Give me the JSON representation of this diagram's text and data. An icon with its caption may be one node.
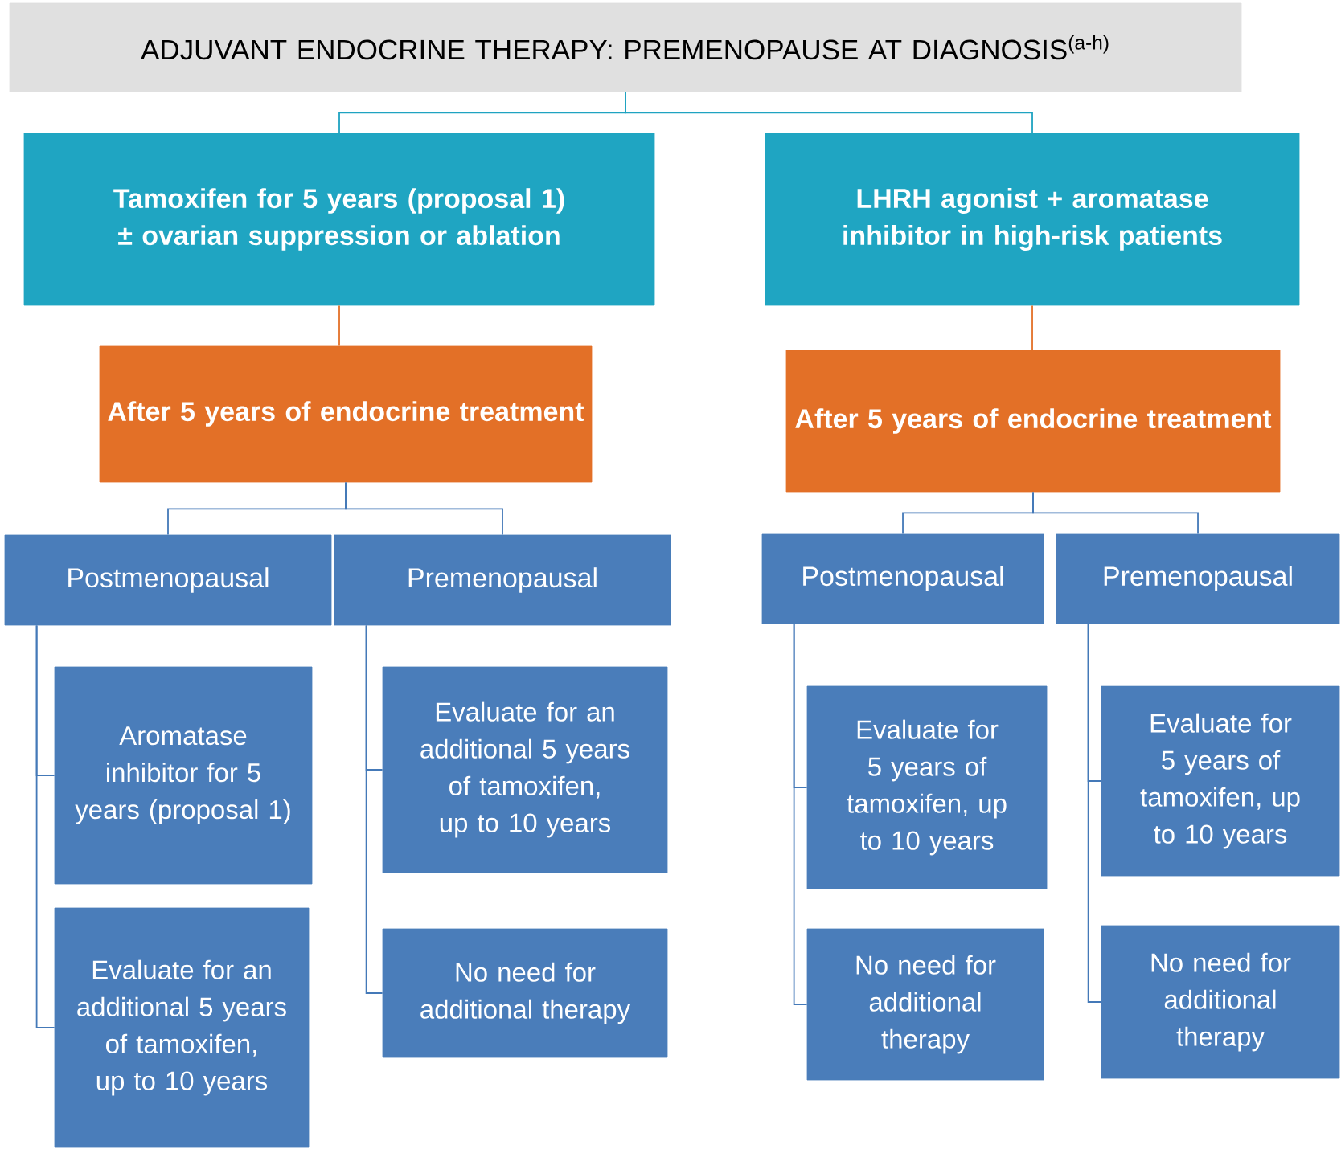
{
  "diagram": {
    "nodes": [
      {
        "text": [
          "ADJUVANT ENDOCRINE THERAPY: PREMENOPAUSE AT DIAGNOSIS$^{(a-h)}$"
        ]
      },
      {
        "text": [
          "Tamoxifen for 5 years (proposal 1) ± ovarian suppression or ablation"
        ]
      },
      {
        "text": [
          "LHRH agonist + aromatase inhibitor in high-risk patients"
        ]
      },
      {
        "text": [
          "After 5 years of endocrine treatment"
        ]
      },
      {
        "text": [
          "After 5 years of endocrine treatment"
        ]
      },
      {
        "text": [
          "Postmenopausal"
        ]
      },
      {
        "text": [
          "Premenopausal"
        ]
      },
      {
        "text": [
          "Aromatase inhibitor for 5 years (proposal 1)"
        ]
      },
      {
        "text": [
          "Evaluate for an additional 5 years of tamoxifen, up to 10 years"
        ]
      },
      {
        "text": [
          "Evaluate for an additional 5 years of tamoxifen, up to 10 years"
        ]
      },
      {
        "text": [
          "No need for additional therapy"
        ]
      },
      {
        "text": [
          "Postmenopausal"
        ]
      },
      {
        "text": [
          "Premenopausal"
        ]
      },
      {
        "text": [
          "Evaluate for 5 years of tamoxifen, up to 10 years"
        ]
      },
      {
        "text": [
          "No need for additional therapy"
        ]
      },
      {
        "text": [
          "Evaluate for 5 years of tamoxifen, up to 10 years"
        ]
      },
      {
        "text": [
          "No need for additional therapy"
        ]
      }
    ],
    "edges": [
      {
        "from": 0,
        "to": 1,
        "arrow": "none",
        "color": "#1fa3c1"
      },
      {
        "from": 0,
        "to": 2,
        "arrow": "none",
        "color": "#1fa3c1"
      },
      {
        "from": 1,
        "to": 3,
        "arrow": "none",
        "color": "#e37027"
      },
      {
        "from": 2,
        "to": 4,
        "arrow": "none",
        "color": "#e37027"
      },
      {
        "from": 3,
        "to": 5,
        "arrow": "none"
      },
      {
        "from": 3,
        "to": 6,
        "arrow": "none"
      },
      {
        "from": 4,
        "to": 11,
        "arrow": "none"
      },
      {
        "from": 4,
        "to": 12,
        "arrow": "none"
      },
      {
        "from": 5,
        "to": 7,
        "arrow": "none"
      },
      {
        "from": 5,
        "to": 8,
        "arrow": "none"
      },
      {
        "from": 6,
        "to": 9,
        "arrow": "none"
      },
      {
        "from": 6,
        "to": 10,
        "arrow": "none"
      },
      {
        "from": 11,
        "to": 13,
        "arrow": "none"
      },
      {
        "from": 11,
        "to": 14,
        "arrow": "none"
      },
      {
        "from": 12,
        "to": 15,
        "arrow": "none"
      },
      {
        "from": 12,
        "to": 16,
        "arrow": "none"
      }
    ]
  }
}
